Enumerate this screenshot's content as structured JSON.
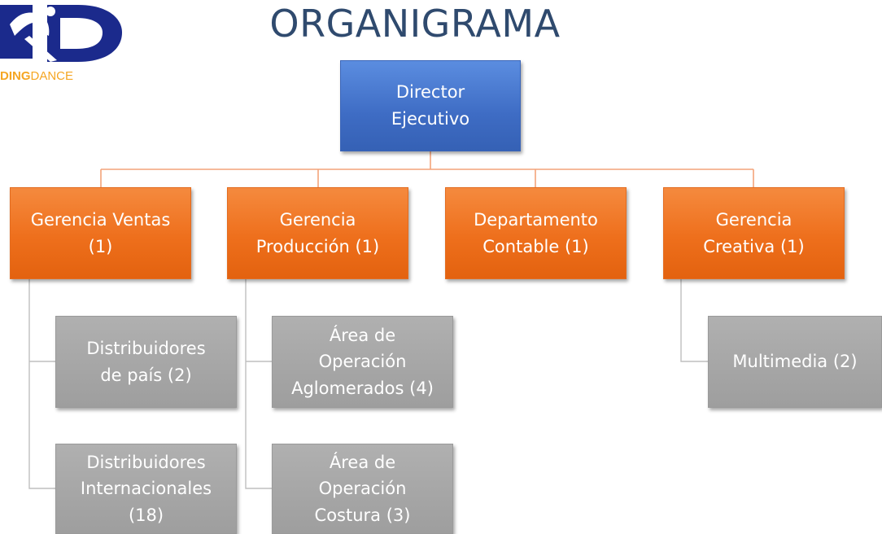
{
  "title": "ORGANIGRAMA",
  "logo": {
    "text_bold": "DING",
    "text_light": "DANCE",
    "colors": {
      "mark": "#1b2a8c",
      "text": "#f5a623"
    }
  },
  "colors": {
    "title": "#2f4a6e",
    "director": "#4472c4",
    "management": "#ed7d31",
    "staff": "#a5a5a5",
    "connector_top": "#f4a37a",
    "connector_sub": "#bfbfbf"
  },
  "chart": {
    "root": {
      "lines": [
        "Director",
        "Ejecutivo"
      ]
    },
    "departments": [
      {
        "lines": [
          "Gerencia Ventas",
          "(1)"
        ],
        "children": [
          {
            "lines": [
              "Distribuidores",
              "de país (2)"
            ]
          },
          {
            "lines": [
              "Distribuidores",
              "Internacionales",
              "(18)"
            ]
          }
        ]
      },
      {
        "lines": [
          "Gerencia",
          "Producción (1)"
        ],
        "children": [
          {
            "lines": [
              "Área de",
              "Operación",
              "Aglomerados (4)"
            ]
          },
          {
            "lines": [
              "Área de",
              "Operación",
              "Costura (3)"
            ]
          }
        ]
      },
      {
        "lines": [
          "Departamento",
          "Contable (1)"
        ],
        "children": []
      },
      {
        "lines": [
          "Gerencia",
          "Creativa (1)"
        ],
        "children": [
          {
            "lines": [
              "Multimedia (2)"
            ]
          }
        ]
      }
    ]
  }
}
